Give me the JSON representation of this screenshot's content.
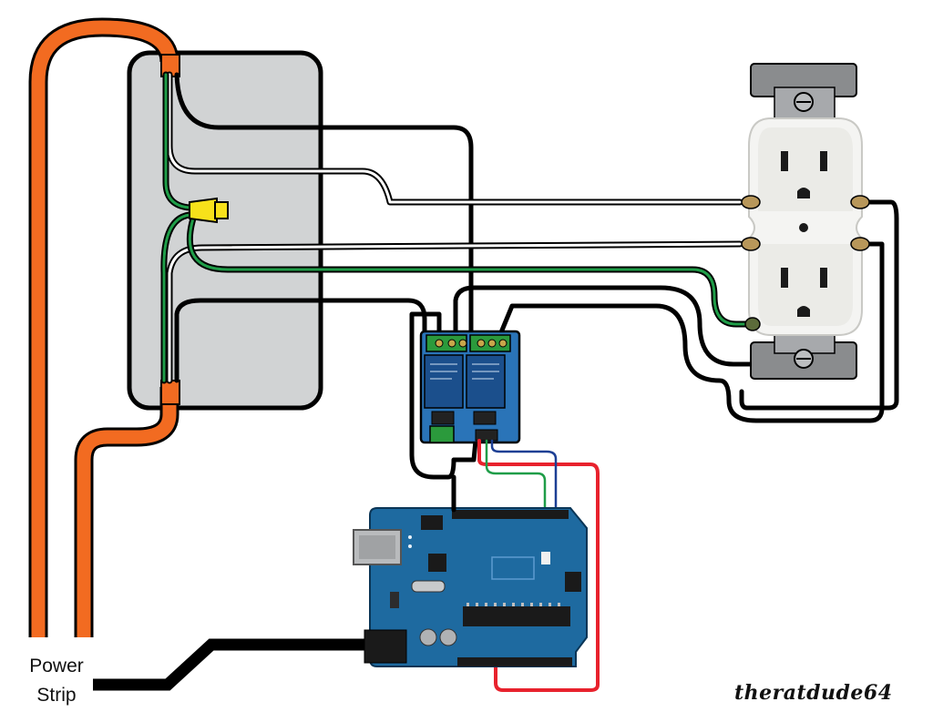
{
  "labels": {
    "power_strip_line1": "Power",
    "power_strip_line2": "Strip",
    "signature": "theratdude64"
  },
  "colors": {
    "power_cord": "#f26b21",
    "junction_box": "#d1d3d4",
    "hot_wire": "#000000",
    "neutral_wire": "#ffffff",
    "ground_wire": "#1f9d48",
    "wire_nut": "#f7e11a",
    "relay_board": "#2a74b8",
    "arduino_board": "#1e6aa0",
    "signal_red": "#e8222d",
    "signal_green": "#1f9d48",
    "signal_blue": "#1c3f94",
    "outlet_body": "#f4f4f2",
    "mounting_strap": "#8a8c8e"
  },
  "components": {
    "power_cord": "power-cord",
    "junction_box": "junction-box",
    "relay_module": "2-channel-relay-module",
    "arduino": "arduino-uno-board",
    "outlet": "duplex-receptacle",
    "dc_cable": "dc-power-cable"
  }
}
